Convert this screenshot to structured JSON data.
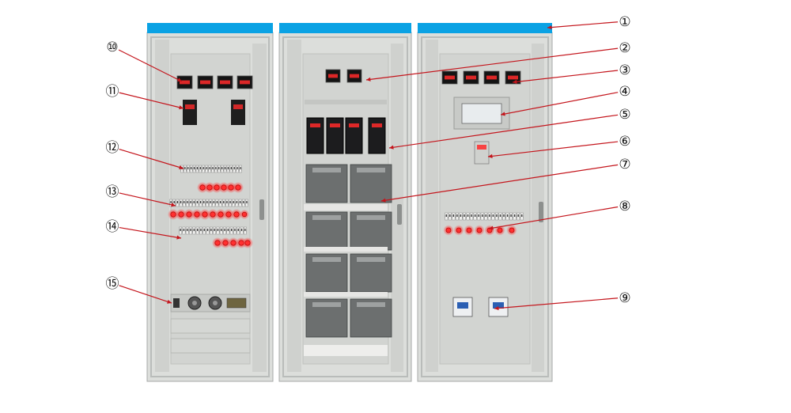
{
  "figure": {
    "callouts": [
      {
        "label": "①",
        "part": "cabinet-top-strip"
      },
      {
        "label": "②",
        "part": "meters-middle"
      },
      {
        "label": "③",
        "part": "meters-right"
      },
      {
        "label": "④",
        "part": "display-screen"
      },
      {
        "label": "⑤",
        "part": "rectifier-modules"
      },
      {
        "label": "⑥",
        "part": "controller-unit"
      },
      {
        "label": "⑦",
        "part": "battery-bank"
      },
      {
        "label": "⑧",
        "part": "indicator-lights-right"
      },
      {
        "label": "⑨",
        "part": "circuit-breakers-right"
      },
      {
        "label": "⑩",
        "part": "meters-left"
      },
      {
        "label": "⑪",
        "part": "switches-left"
      },
      {
        "label": "⑫",
        "part": "breaker-row-1"
      },
      {
        "label": "⑬",
        "part": "breaker-row-2"
      },
      {
        "label": "⑭",
        "part": "breaker-row-3"
      },
      {
        "label": "⑮",
        "part": "fan-and-terminal-panel"
      }
    ],
    "colors": {
      "cabinet": "#dcdedb",
      "cabinet_dark": "#b9bcba",
      "top_strip": "#0aa2e4",
      "panel": "#d2d4d1",
      "meter_face": "#141414",
      "meter_digit": "#ff2a2a",
      "lamp": "#ff3030",
      "battery": "#6c6f6f",
      "rectifier": "#1c1c1e",
      "screen": "#e8ecee"
    }
  }
}
